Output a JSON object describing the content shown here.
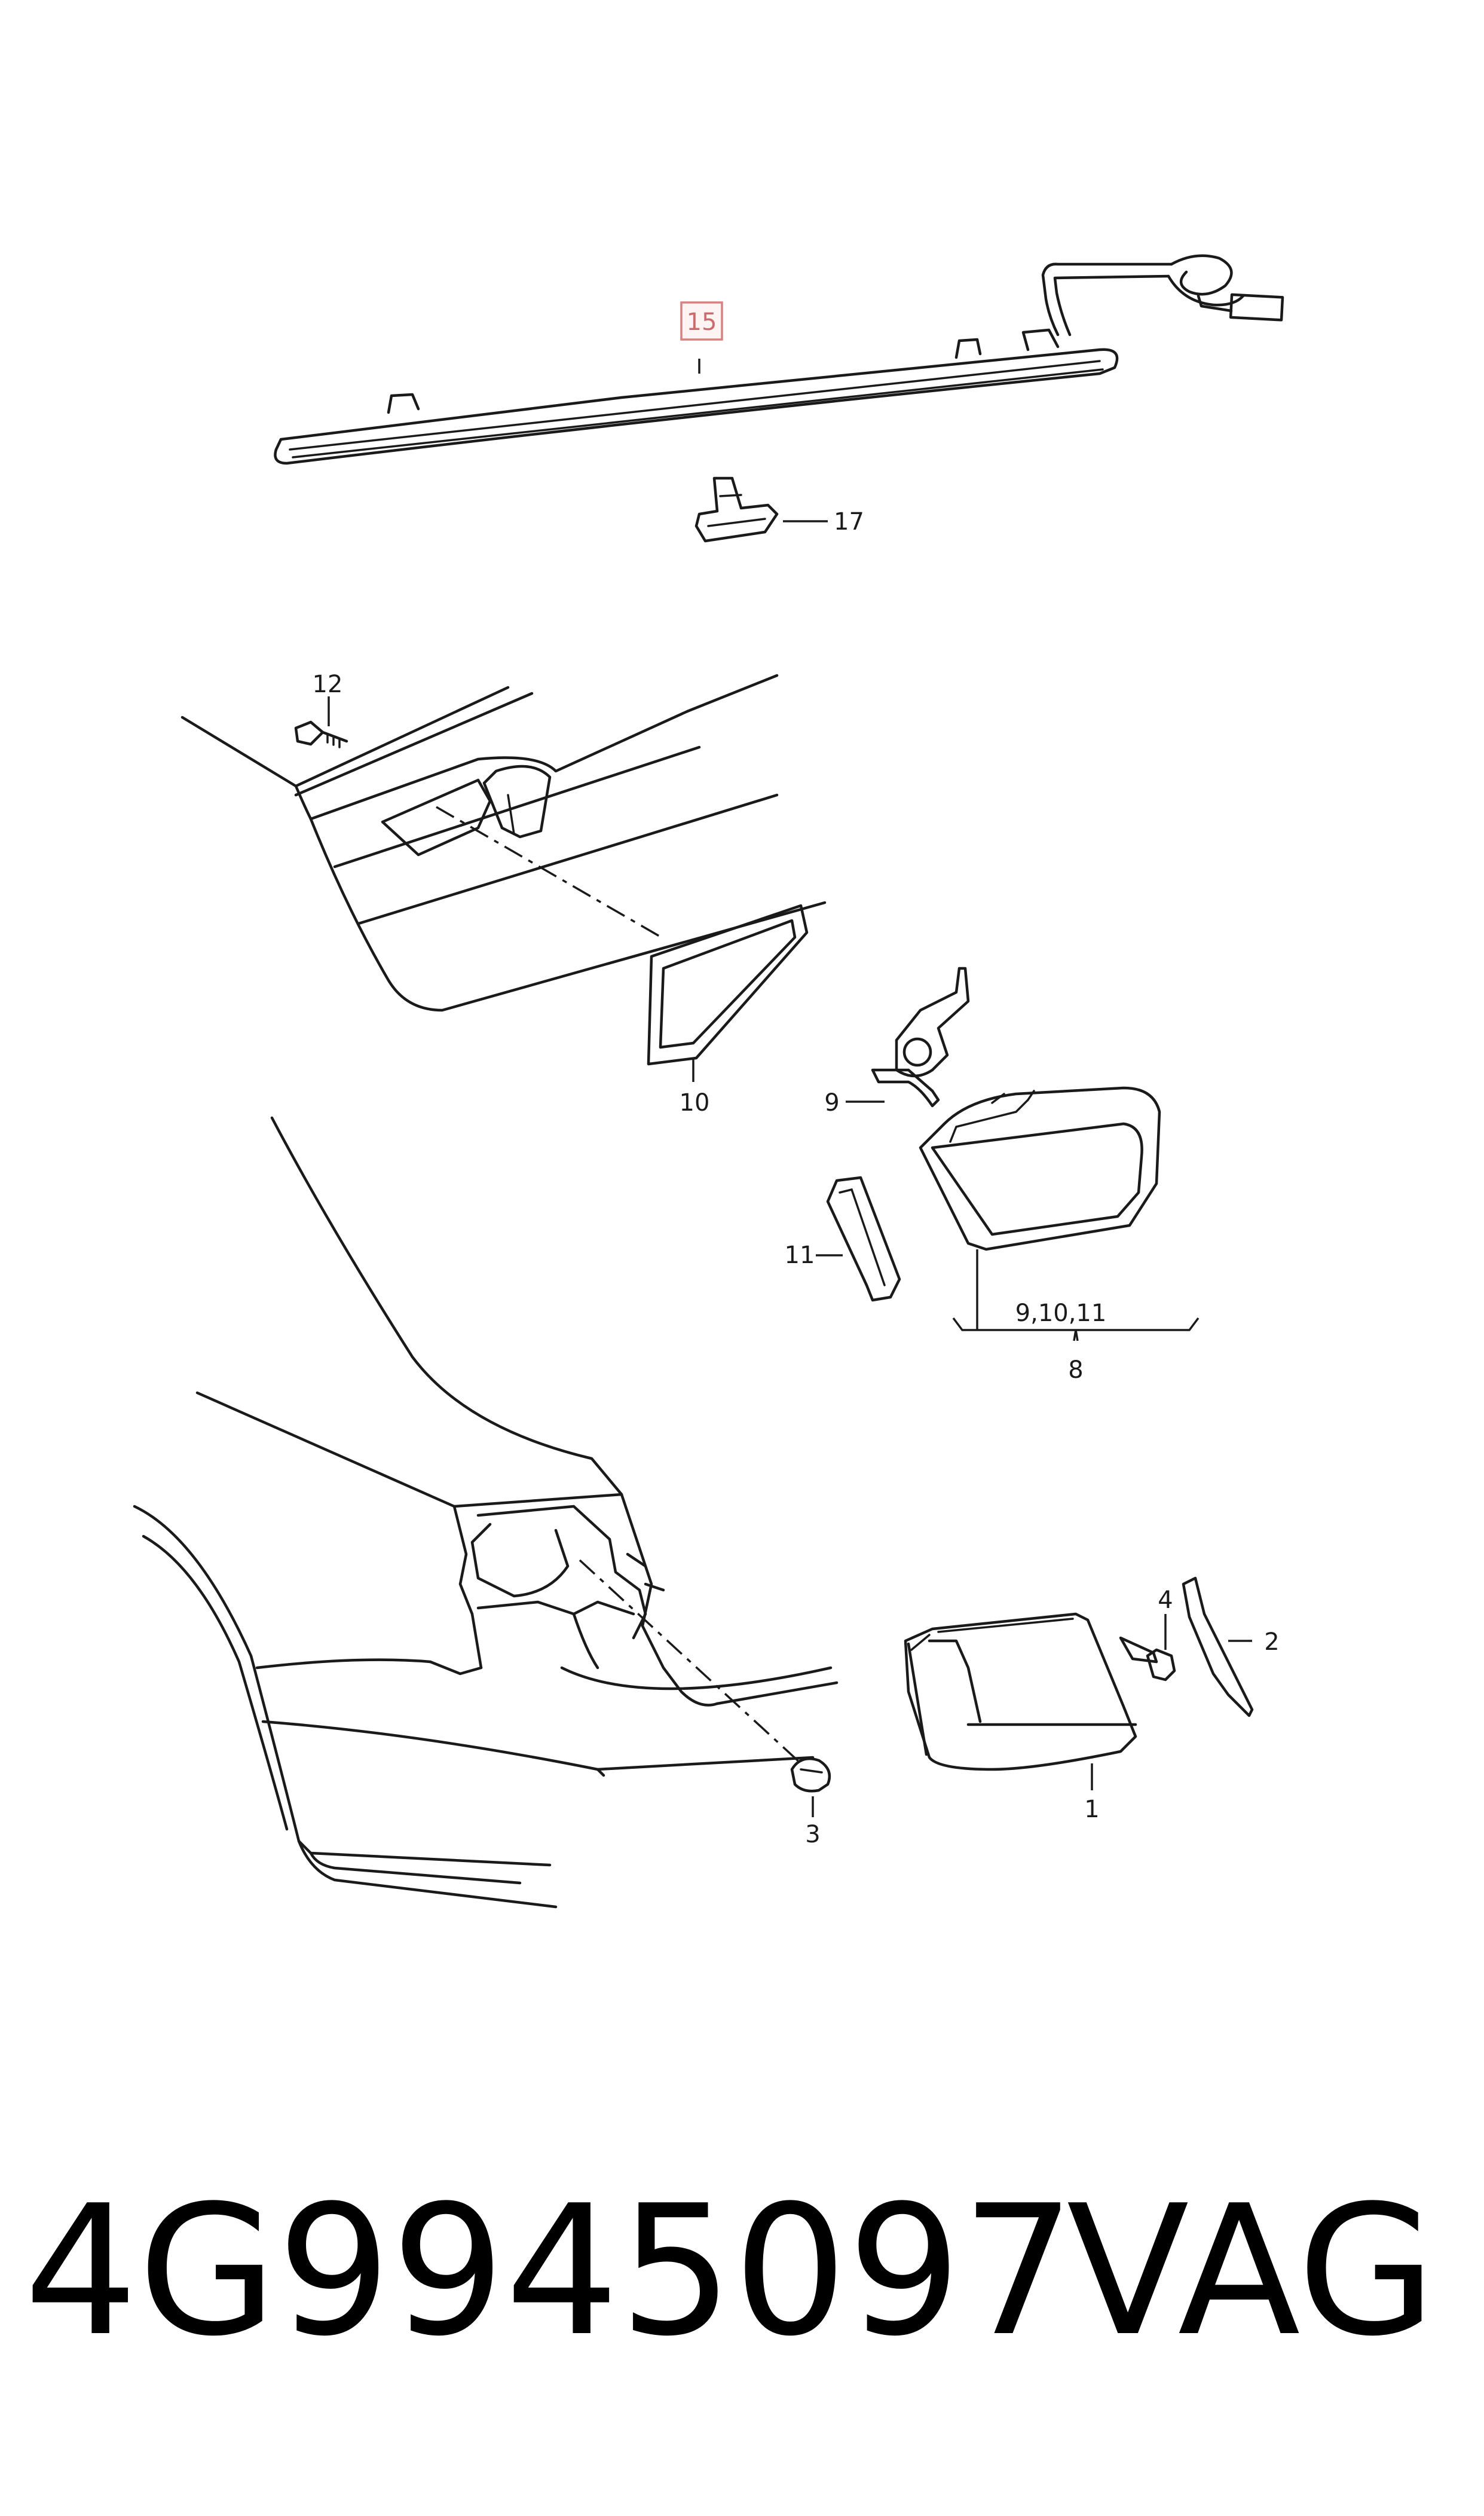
{
  "callouts": {
    "c1": "1",
    "c2": "2",
    "c3": "3",
    "c4": "4",
    "c8": "8",
    "c8_sub": "9,10,11",
    "c9": "9",
    "c10": "10",
    "c11": "11",
    "c12": "12",
    "c15": "15",
    "c17": "17"
  },
  "highlight": {
    "callout": "15",
    "color": "#d98080"
  },
  "footer": {
    "part_number": "4G9945097",
    "maker": "VAG"
  }
}
